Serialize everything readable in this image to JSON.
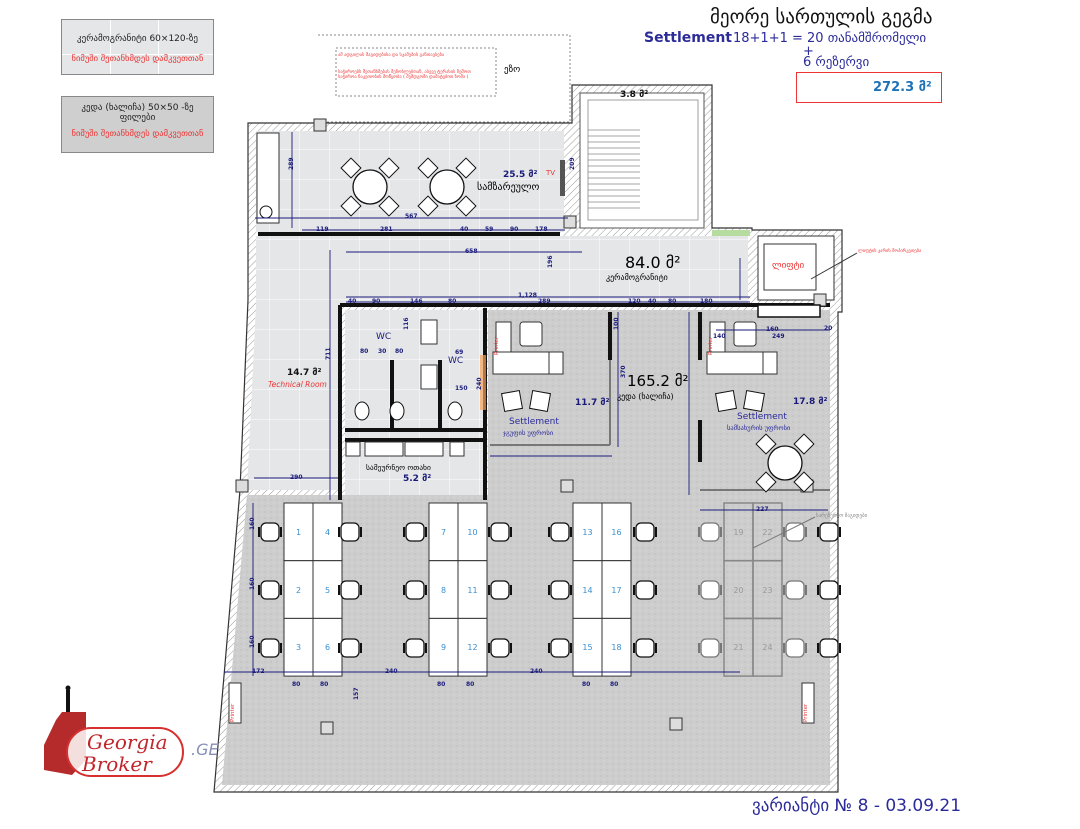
{
  "header": {
    "title": "მეორე სართულის გეგმა",
    "settlement_label": "Settlement",
    "employees_formula": "18+1+1 = 20  თანამშრომელი",
    "plus": "+",
    "reserve_line": "6  რეზერვი",
    "total_area": "272.3 მ²"
  },
  "legend": [
    {
      "line1": "კერამოგრანიტი  60×120-ზე",
      "line2": "ნიმუში შეთანხმდეს დამკვეთთან",
      "pattern": "tile",
      "color": "#e4e6e8"
    },
    {
      "line1": "კედა (ხალიჩა)  50×50 -ზე ფილები",
      "line2": "ნიმუში შეთანხმდეს დამკვეთთან",
      "pattern": "carpet",
      "color": "#cfcfcf"
    }
  ],
  "yard": {
    "label": "ეზო",
    "note1": "ამ ადგილას მაგიდებისა და სკამების განთავსება",
    "note2": "საჭიროებს შეთანხმებას მეზობლებთან, ასევე ტერასის ზემოთ საჭიროა ნაკეთობის მოწყობა ( შემდგომი დამატებით ზომა )"
  },
  "rooms": {
    "stairs": {
      "area": "3.8 მ²"
    },
    "kitchen": {
      "area": "25.5 მ²",
      "name": "სამზარეულო",
      "tv": "TV"
    },
    "corridor": {
      "area": "84.0 მ²",
      "name": "კერამოგრანიტი"
    },
    "lift": {
      "name": "ლიფტი",
      "note": "ლიფტის კარის მოპირკეთება"
    },
    "technical": {
      "area": "14.7 მ²",
      "name": "Technical Room"
    },
    "wc1": {
      "name": "WC"
    },
    "wc2": {
      "name": "WC"
    },
    "storage": {
      "name": "სამეურნეო ოთახი",
      "area": "5.2 მ²"
    },
    "open_office": {
      "area": "165.2 მ²",
      "name": "კედა (ხალიჩა)"
    },
    "office_left": {
      "area": "11.7 მ²",
      "settlement": "Settlement",
      "name": "ჯგუფის უფროსი"
    },
    "office_right": {
      "area": "17.8 მ²",
      "settlement": "Settlement",
      "name": "სამსახურის უფროსი"
    }
  },
  "printer_label": "Printer",
  "desks": {
    "numbers": [
      "1",
      "2",
      "3",
      "4",
      "5",
      "6",
      "7",
      "8",
      "9",
      "10",
      "11",
      "12",
      "13",
      "14",
      "15",
      "16",
      "17",
      "18"
    ],
    "reserve_numbers": [
      "19",
      "20",
      "21",
      "22",
      "23",
      "24"
    ],
    "reserve_label": "სარეზერვო მაგიდები"
  },
  "dimensions": [
    "289",
    "567",
    "119",
    "281",
    "40",
    "59",
    "90",
    "178",
    "209",
    "658",
    "1,128",
    "196",
    "40",
    "90",
    "146",
    "80",
    "289",
    "120",
    "40",
    "80",
    "180",
    "711",
    "80",
    "30",
    "80",
    "116",
    "150",
    "69",
    "240",
    "290",
    "100",
    "370",
    "140",
    "160",
    "249",
    "20",
    "160",
    "160",
    "160",
    "172",
    "240",
    "240",
    "80",
    "80",
    "80",
    "80",
    "80",
    "80",
    "227",
    "157"
  ],
  "footer": "ვარიანტი № 8   -  03.09.21",
  "logo": {
    "line1": "Georgia",
    "line2": "Broker",
    "suffix": ".GE"
  }
}
